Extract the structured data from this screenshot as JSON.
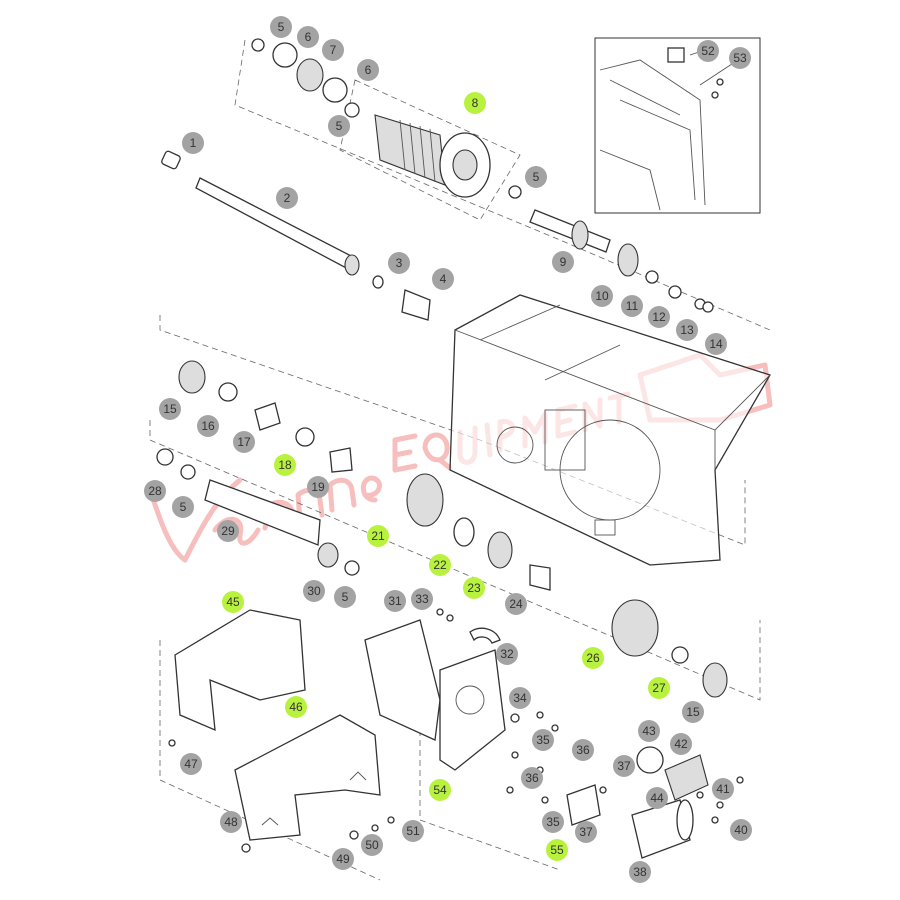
{
  "diagram": {
    "title": "Transmission housing exploded parts diagram",
    "watermark": "Varner Equipment",
    "highlight_color": "#b9f23e",
    "badge_color": "#a3a3a3",
    "callouts": [
      "1",
      "2",
      "3",
      "4",
      "5",
      "6",
      "7",
      "6",
      "5",
      "8",
      "5",
      "9",
      "10",
      "11",
      "12",
      "13",
      "14",
      "15",
      "16",
      "17",
      "18",
      "19",
      "28",
      "5",
      "29",
      "21",
      "22",
      "23",
      "24",
      "30",
      "5",
      "45",
      "46",
      "47",
      "48",
      "49",
      "50",
      "51",
      "31",
      "33",
      "32",
      "34",
      "35",
      "36",
      "36",
      "35",
      "54",
      "55",
      "37",
      "37",
      "43",
      "42",
      "44",
      "41",
      "40",
      "38",
      "26",
      "27",
      "15",
      "52",
      "53"
    ],
    "highlighted": [
      "8",
      "18",
      "21",
      "22",
      "23",
      "26",
      "27",
      "45",
      "46",
      "54",
      "55"
    ]
  }
}
